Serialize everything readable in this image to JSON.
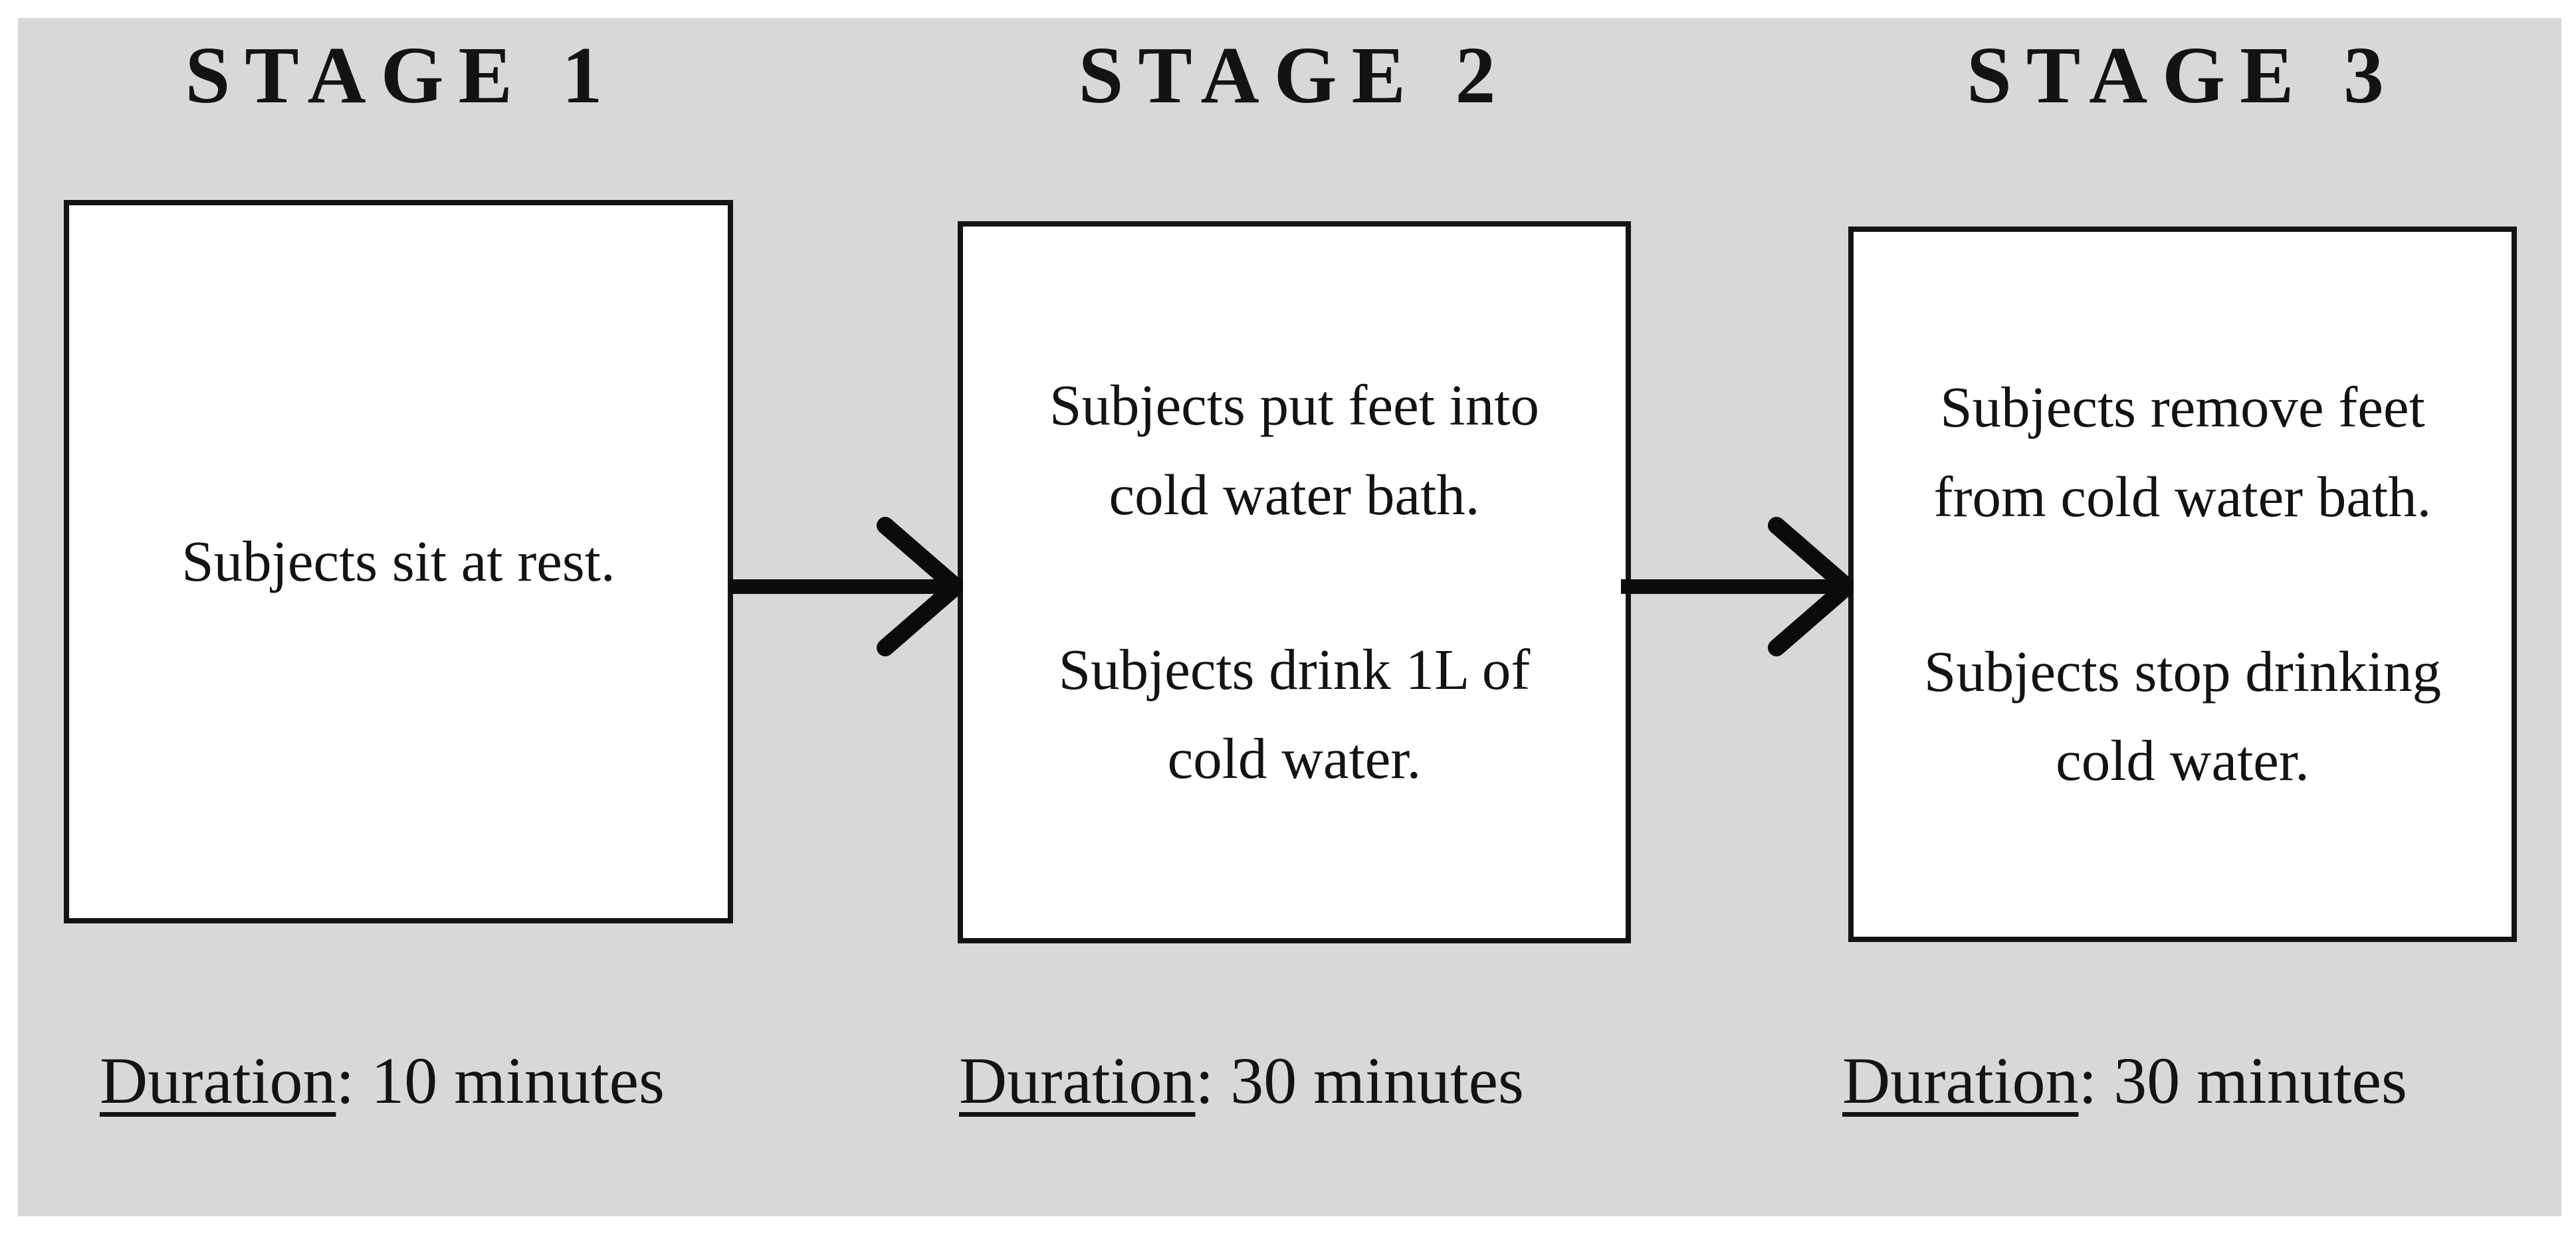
{
  "colors": {
    "page_background": "#ffffff",
    "panel_background": "#d8d8d8",
    "box_background": "#ffffff",
    "ink": "#131313"
  },
  "stages": [
    {
      "title": "STAGE 1",
      "paragraphs": [
        {
          "lines": [
            "Subjects sit at rest."
          ]
        }
      ],
      "duration": {
        "label": "Duration",
        "suffix": ": 10 minutes"
      }
    },
    {
      "title": "STAGE 2",
      "paragraphs": [
        {
          "lines": [
            "Subjects put feet into",
            "cold water bath."
          ]
        },
        {
          "lines": [
            "Subjects drink 1L of",
            "cold water."
          ]
        }
      ],
      "duration": {
        "label": "Duration",
        "suffix": ": 30 minutes"
      }
    },
    {
      "title": "STAGE 3",
      "paragraphs": [
        {
          "lines": [
            "Subjects remove feet",
            "from cold water bath."
          ]
        },
        {
          "lines": [
            "Subjects stop drinking",
            "cold water."
          ]
        }
      ],
      "duration": {
        "label": "Duration",
        "suffix": ": 30 minutes"
      }
    }
  ],
  "arrows": [
    {
      "name": "stage1-to-stage2"
    },
    {
      "name": "stage2-to-stage3"
    }
  ]
}
